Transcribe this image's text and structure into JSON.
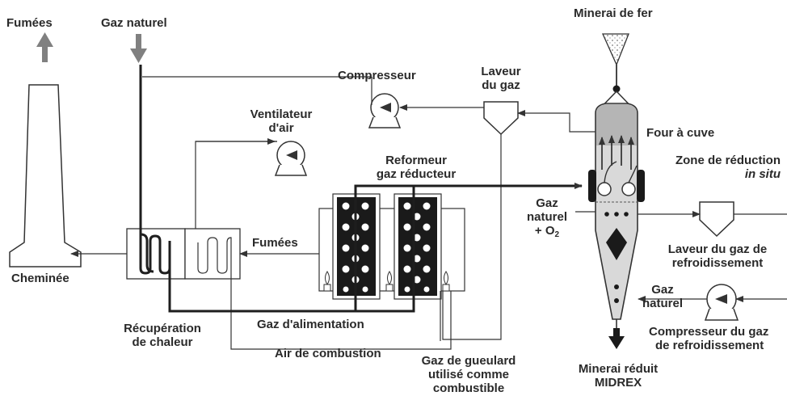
{
  "labels": {
    "fumees_top": "Fumées",
    "gaz_naturel_top": "Gaz naturel",
    "minerai_fer": "Minerai de fer",
    "compresseur": "Compresseur",
    "laveur_gaz_1": "Laveur",
    "laveur_gaz_2": "du gaz",
    "ventilateur_1": "Ventilateur",
    "ventilateur_2": "d'air",
    "four_cuve": "Four à cuve",
    "reformeur_1": "Reformeur",
    "reformeur_2": "gaz réducteur",
    "zone_reduction_1": "Zone de réduction",
    "zone_reduction_2": "in situ",
    "gaz_naturel_o2_1": "Gaz",
    "gaz_naturel_o2_2": "naturel",
    "gaz_naturel_o2_3": "+ O",
    "gaz_naturel_o2_sub": "2",
    "fumees_mid": "Fumées",
    "cheminee": "Cheminée",
    "laveur_refroid_1": "Laveur du gaz de",
    "laveur_refroid_2": "refroidissement",
    "gaz_naturel_bottom_1": "Gaz",
    "gaz_naturel_bottom_2": "naturel",
    "recuperation_1": "Récupération",
    "recuperation_2": "de chaleur",
    "gaz_alimentation": "Gaz d'alimentation",
    "compresseur_refroid_1": "Compresseur du gaz",
    "compresseur_refroid_2": "de refroidissement",
    "air_combustion": "Air de combustion",
    "gaz_gueulard_1": "Gaz de gueulard",
    "gaz_gueulard_2": "utilisé comme",
    "gaz_gueulard_3": "combustible",
    "minerai_reduit_1": "Minerai réduit",
    "minerai_reduit_2": "MIDREX"
  },
  "colors": {
    "line": "#333333",
    "thick_line": "#1e1e1e",
    "arrow_gray": "#808080",
    "furnace_fill": "#d9d9d9",
    "furnace_top_fill": "#bdbdbd",
    "ore_fill": "#e8e8e8"
  }
}
